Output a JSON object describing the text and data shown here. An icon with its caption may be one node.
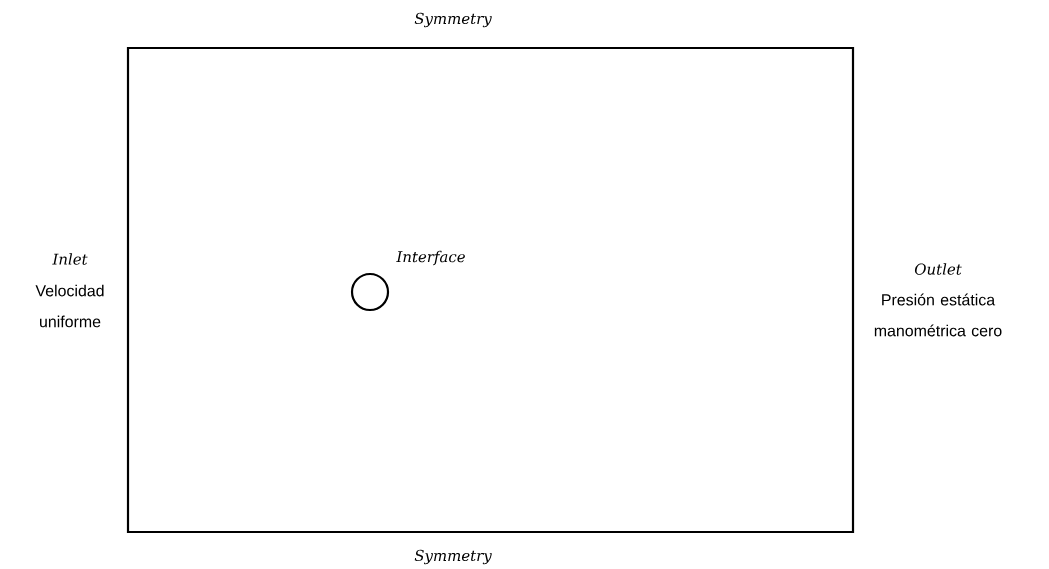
{
  "diagram": {
    "nodes": [
      {
        "text": [],
        "shape": "box"
      },
      {
        "text": [],
        "shape": "circle",
        "in": 0,
        "beside": [
          "Interface"
        ]
      }
    ],
    "labels": [
      "Symmetry",
      "Inlet",
      "Velocidad uniforme",
      "Outlet",
      "Presión estática manométrica cero",
      "Symmetry"
    ]
  }
}
